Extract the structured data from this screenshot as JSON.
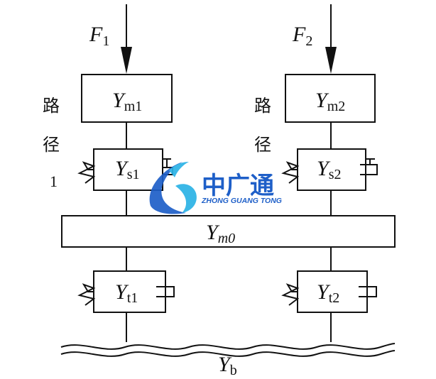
{
  "forces": {
    "f1": {
      "main": "F",
      "sub": "1"
    },
    "f2": {
      "main": "F",
      "sub": "2"
    }
  },
  "masses": {
    "m1": {
      "main": "Y",
      "sub": "m1"
    },
    "m2": {
      "main": "Y",
      "sub": "m2"
    },
    "m0": {
      "main": "Y",
      "sub": "m0"
    }
  },
  "suspensions": {
    "s1": {
      "main": "Y",
      "sub": "s1"
    },
    "s2": {
      "main": "Y",
      "sub": "s2"
    }
  },
  "tires": {
    "t1": {
      "main": "Y",
      "sub": "t1"
    },
    "t2": {
      "main": "Y",
      "sub": "t2"
    }
  },
  "ground": {
    "main": "Y",
    "sub": "b"
  },
  "path_labels": {
    "left": [
      "路",
      "径",
      "1"
    ],
    "right": [
      "路",
      "径"
    ]
  },
  "watermark": {
    "brand_cn": "中广通",
    "brand_en": "ZHONG GUANG TONG",
    "colors": {
      "primary": "#1e5fc8",
      "accent": "#2bb3e6"
    }
  }
}
